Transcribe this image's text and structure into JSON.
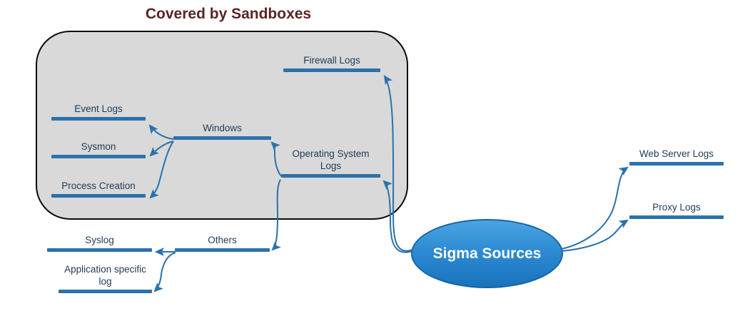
{
  "title": "Covered by Sandboxes",
  "root": {
    "label": "Sigma Sources"
  },
  "nodes": {
    "firewall_logs": {
      "label": "Firewall Logs"
    },
    "event_logs": {
      "label": "Event Logs"
    },
    "sysmon": {
      "label": "Sysmon"
    },
    "process_creation": {
      "label": "Process Creation"
    },
    "windows": {
      "label": "Windows"
    },
    "operating_system_logs": {
      "label": "Operating System Logs"
    },
    "others": {
      "label": "Others"
    },
    "syslog": {
      "label": "Syslog"
    },
    "application_specific_log": {
      "label": "Application specific log"
    },
    "web_server_logs": {
      "label": "Web Server Logs"
    },
    "proxy_logs": {
      "label": "Proxy Logs"
    }
  },
  "edges": [
    {
      "from": "Sigma Sources",
      "to": "Firewall Logs"
    },
    {
      "from": "Sigma Sources",
      "to": "Operating System Logs"
    },
    {
      "from": "Sigma Sources",
      "to": "Web Server Logs"
    },
    {
      "from": "Sigma Sources",
      "to": "Proxy Logs"
    },
    {
      "from": "Operating System Logs",
      "to": "Windows"
    },
    {
      "from": "Operating System Logs",
      "to": "Others"
    },
    {
      "from": "Windows",
      "to": "Event Logs"
    },
    {
      "from": "Windows",
      "to": "Sysmon"
    },
    {
      "from": "Windows",
      "to": "Process Creation"
    },
    {
      "from": "Others",
      "to": "Syslog"
    },
    {
      "from": "Others",
      "to": "Application specific log"
    }
  ],
  "colors": {
    "line": "#2B71AB",
    "label_text": "#1F3B54",
    "title_text": "#5B2423",
    "sandbox_fill": "#D9D9D9",
    "sandbox_border": "#0B0B0B",
    "ellipse_top": "#4BA4E4",
    "ellipse_bottom": "#1873BC",
    "ellipse_border": "#1565A5",
    "ellipse_text": "#FFFFFF",
    "background": "#FFFFFF"
  }
}
